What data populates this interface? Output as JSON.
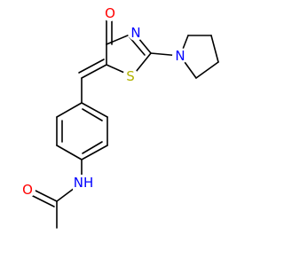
{
  "colors": {
    "bond": "#000000",
    "O": "#ff0000",
    "N": "#0000ff",
    "S": "#b2b200"
  },
  "atoms": {
    "o_carbonyl": "O",
    "n_thiazole": "N",
    "s_thiazole": "S",
    "n_pyrrolidine": "N",
    "nh_amide": "NH",
    "o_amide": "O"
  }
}
